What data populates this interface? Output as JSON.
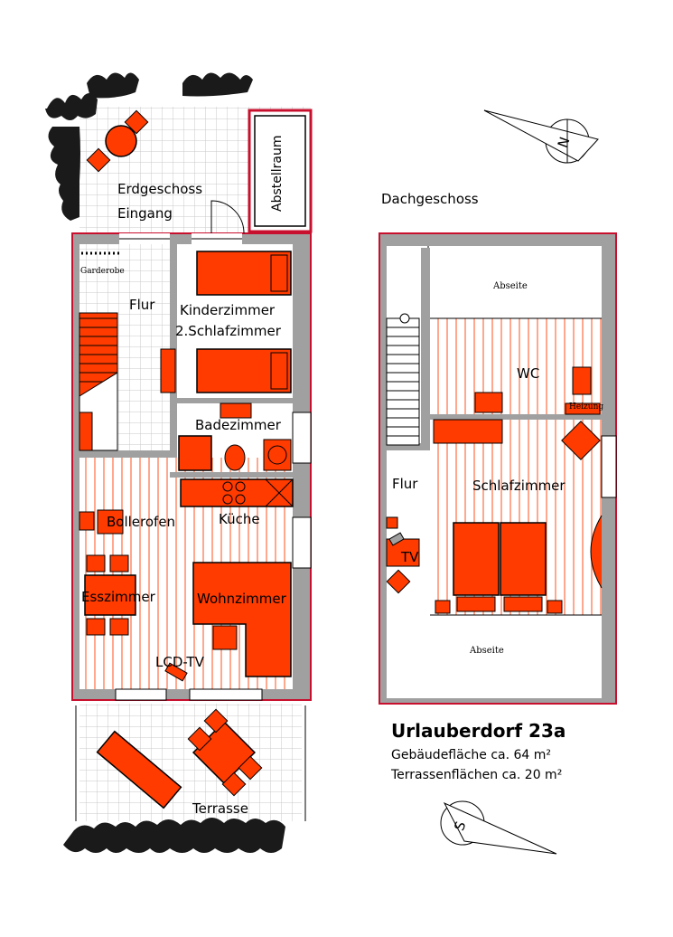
{
  "ground_floor": {
    "heading": "Erdgeschoss",
    "entrance": "Eingang",
    "storage": "Abstellraum",
    "wardrobe": "Garderobe",
    "hall": "Flur",
    "kids_room_line1": "Kinderzimmer",
    "kids_room_line2": "2.Schlafzimmer",
    "bathroom": "Badezimmer",
    "stove": "Bollerofen",
    "kitchen": "Küche",
    "dining": "Esszimmer",
    "living": "Wohnzimmer",
    "tv": "LCD-TV",
    "terrace": "Terrasse"
  },
  "top_floor": {
    "heading": "Dachgeschoss",
    "attic_top": "Abseite",
    "wc": "WC",
    "heating": "Heizung",
    "hall": "Flur",
    "bedroom": "Schlafzimmer",
    "tv": "TV",
    "attic_bottom": "Abseite"
  },
  "info": {
    "title": "Urlauberdorf 23a",
    "building_area": "Gebäudefläche ca. 64 m²",
    "terrace_area": "Terrassenflächen ca. 20 m²"
  },
  "compass": {
    "north_letter": "N",
    "south_letter": "S"
  },
  "colors": {
    "furniture": "#ff3b00",
    "wall_outer": "#c8102e",
    "wall_fill": "#a0a0a0",
    "floor_stripe": "#ff7a50"
  }
}
